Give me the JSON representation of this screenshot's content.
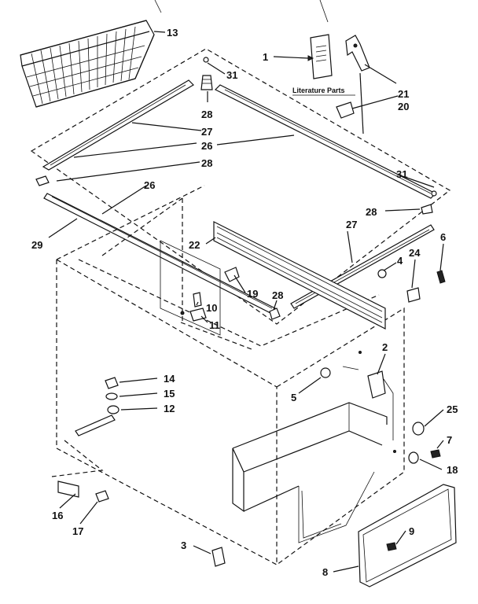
{
  "literature_label": "Literature Parts",
  "callouts": {
    "c1": "1",
    "c2": "2",
    "c3": "3",
    "c4": "4",
    "c5": "5",
    "c6": "6",
    "c7": "7",
    "c8": "8",
    "c9": "9",
    "c10": "10",
    "c11": "11",
    "c12": "12",
    "c13": "13",
    "c14": "14",
    "c15": "15",
    "c16": "16",
    "c17": "17",
    "c18": "18",
    "c19": "19",
    "c20": "20",
    "c21": "21",
    "c22": "22",
    "c24": "24",
    "c25": "25",
    "c26a": "26",
    "c26b": "26",
    "c27a": "27",
    "c27b": "27",
    "c28a": "28",
    "c28b": "28",
    "c28c": "28",
    "c28d": "28",
    "c29": "29",
    "c31a": "31",
    "c31b": "31"
  }
}
